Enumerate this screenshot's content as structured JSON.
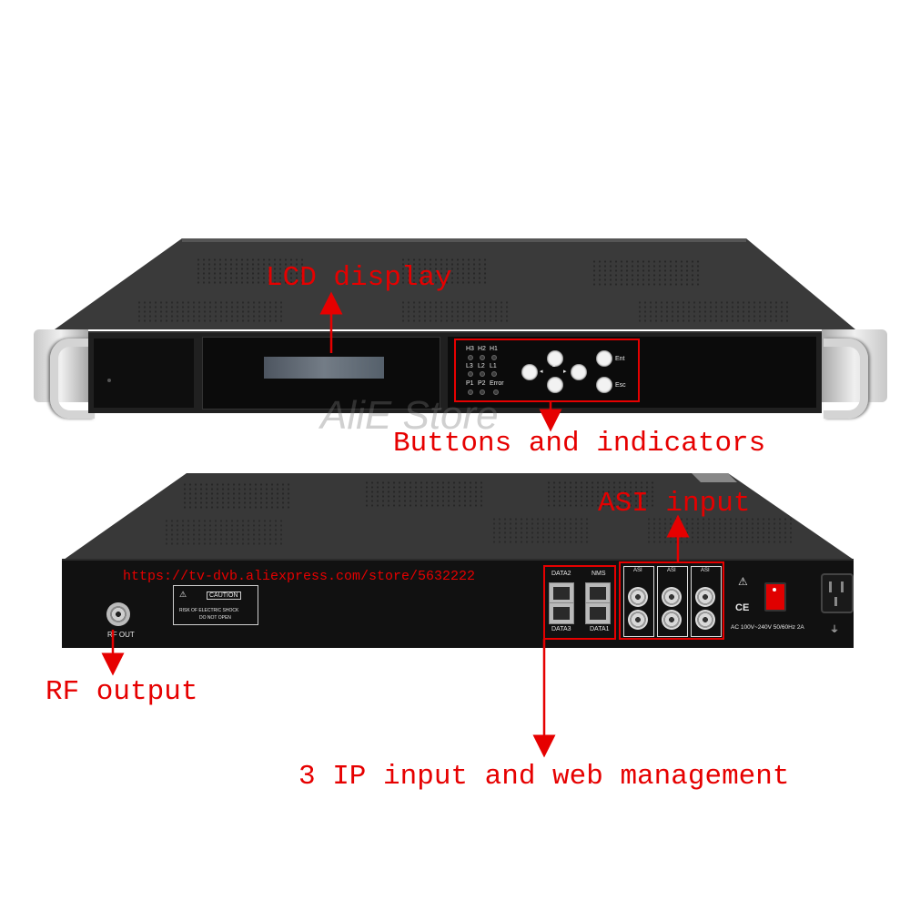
{
  "watermark": "AliE Store",
  "url_overlay": "https://tv-dvb.aliexpress.com/store/5632222",
  "callouts": {
    "lcd": "LCD display",
    "buttons": "Buttons and indicators",
    "asi": "ASI input",
    "rf": "RF output",
    "ip": "3 IP input and web management"
  },
  "front_panel": {
    "indicators_row1": [
      "H3",
      "H2",
      "H1"
    ],
    "indicators_row2": [
      "L3",
      "L2",
      "L1"
    ],
    "indicators_row3": [
      "P1",
      "P2",
      "Error"
    ],
    "btn_ent": "Ent",
    "btn_esc": "Esc"
  },
  "rear_panel": {
    "caution_title": "CAUTION",
    "caution_line1": "RISK OF ELECTRIC SHOCK",
    "caution_line2": "DO NOT OPEN",
    "rf_port_label": "RF OUT",
    "port_data2": "DATA2",
    "port_nms": "NMS",
    "port_data3": "DATA3",
    "port_data1": "DATA1",
    "asi_labels": [
      "ASI",
      "ASI",
      "ASI"
    ],
    "ce_mark": "CE",
    "power_label": "AC 100V~240V 50/60Hz 2A"
  },
  "colors": {
    "annotation": "#e60000",
    "chassis": "#1c1c1c"
  }
}
